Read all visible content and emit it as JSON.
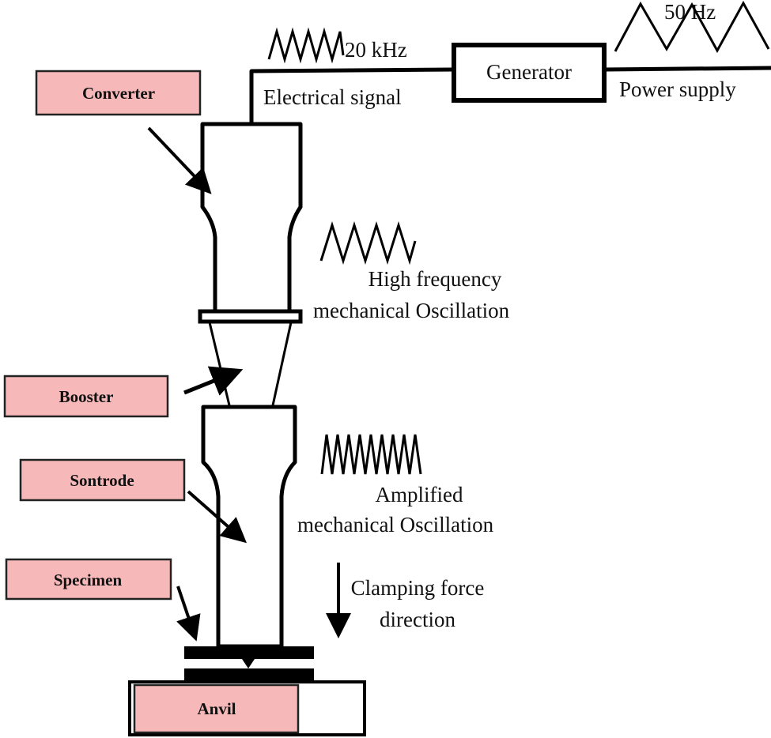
{
  "signal": {
    "frequency": "20 kHz",
    "label": "Electrical signal"
  },
  "generator": {
    "label": "Generator"
  },
  "power": {
    "frequency": "50 Hz",
    "label": "Power supply"
  },
  "oscillation_high": {
    "line1": "High frequency",
    "line2": "mechanical Oscillation"
  },
  "oscillation_amplified": {
    "line1": "Amplified",
    "line2": "mechanical Oscillation"
  },
  "clamping": {
    "line1": "Clamping force",
    "line2": "direction"
  },
  "labels": {
    "converter": "Converter",
    "booster": "Booster",
    "sonotrode": "Sontrode",
    "specimen": "Specimen",
    "anvil": "Anvil"
  },
  "colors": {
    "label_fill": "#f6b8b8",
    "line": "#000000"
  }
}
